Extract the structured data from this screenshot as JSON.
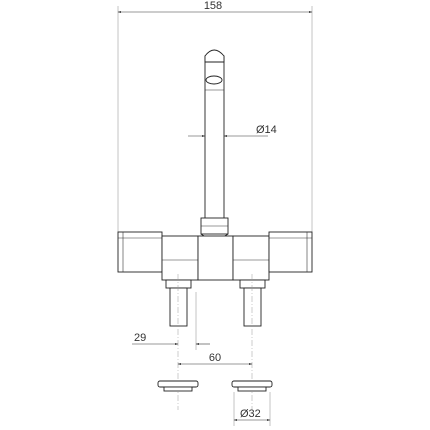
{
  "drawing": {
    "subject": "faucet technical drawing",
    "stroke_color": "#222222",
    "background": "#ffffff",
    "dimensions": {
      "overall_width": "158",
      "spout_diameter": "Ø14",
      "inlet_offset": "29",
      "inlet_spacing": "60",
      "washer_diameter": "Ø32"
    }
  }
}
